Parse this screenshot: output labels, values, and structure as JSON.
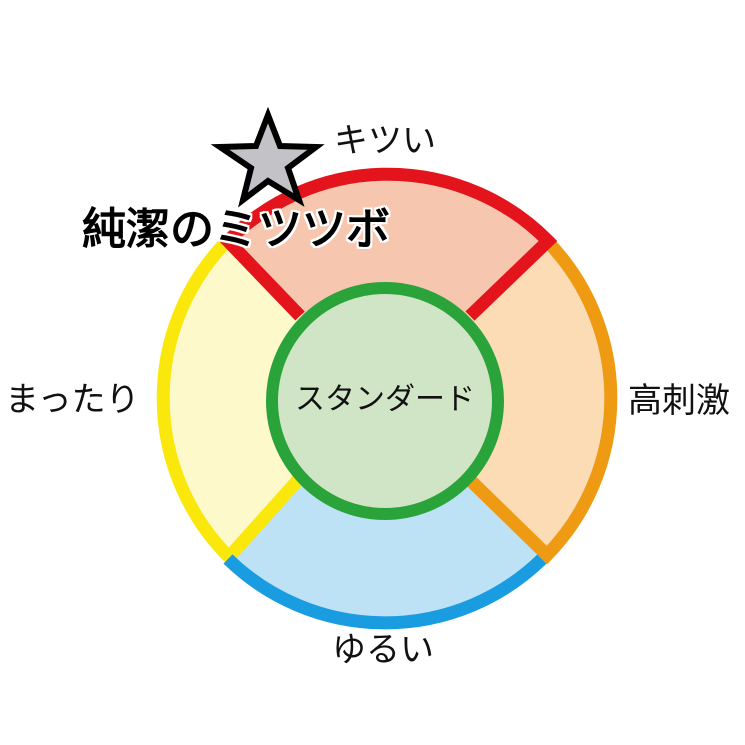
{
  "diagram": {
    "title": "純潔のミツツボ",
    "center": {
      "label": "スタンダード",
      "fill": "#cfe5c6",
      "stroke": "#2aa33a"
    },
    "segments": [
      {
        "position": "top",
        "label": "キツい",
        "fill": "#f6c6ae",
        "stroke": "#e3141c"
      },
      {
        "position": "right",
        "label": "高刺激",
        "fill": "#fbdcb5",
        "stroke": "#ee9a12"
      },
      {
        "position": "bottom",
        "label": "ゆるい",
        "fill": "#bde1f5",
        "stroke": "#1a9ce0"
      },
      {
        "position": "left",
        "label": "まったり",
        "fill": "#fdf9cb",
        "stroke": "#fae80c"
      }
    ],
    "marker": {
      "icon": "star-icon",
      "fill": "#c3c3c7",
      "stroke": "#000000",
      "position": "top-left near キツい"
    }
  }
}
